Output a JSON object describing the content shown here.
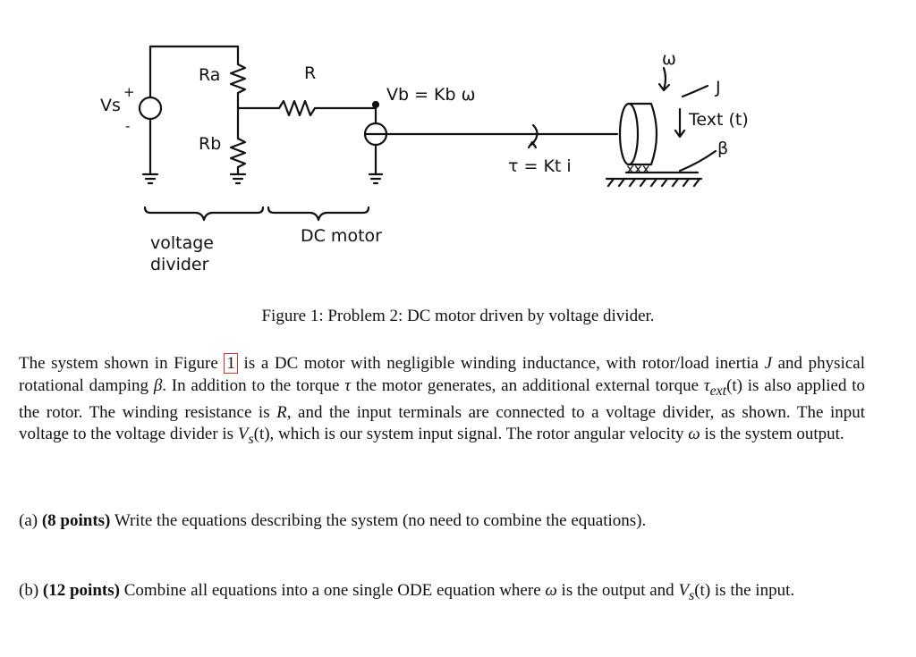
{
  "figure": {
    "labels": {
      "vs": "Vs",
      "plus": "+",
      "minus": "-",
      "ra": "Ra",
      "rb": "Rb",
      "r": "R",
      "vb": "Vb = Kb ω",
      "omega": "ω",
      "j": "J",
      "text": "Text (t)",
      "beta": "β",
      "tau": "τ = Kt i",
      "xxx": "xxx",
      "voltage_divider_1": "voltage",
      "voltage_divider_2": "divider",
      "dc_motor": "DC motor"
    }
  },
  "caption": "Figure 1: Problem 2: DC motor driven by voltage divider.",
  "intro": {
    "p1": "The system shown in Figure",
    "ref": "1",
    "p2": "is a DC motor with negligible winding inductance, with rotor/load inertia",
    "J": "J",
    "p3": "and physical rotational damping",
    "beta": "β",
    "p4": ". In addition to the torque",
    "tau": "τ",
    "p5": "the motor generates, an additional external torque",
    "tau_ext": "τ",
    "ext_sub": "ext",
    "p6": "(t) is also applied to the rotor. The winding resistance is",
    "R": "R",
    "p7": ", and the input terminals are connected to a voltage divider, as shown. The input voltage to the voltage divider is",
    "V": "V",
    "s_sub": "s",
    "p8": "(t), which is our system input signal. The rotor angular velocity",
    "omega": "ω",
    "p9": "is the system output."
  },
  "part_a": {
    "label": "(a)",
    "points": "(8 points)",
    "text": "Write the equations describing the system (no need to combine the equations)."
  },
  "part_b": {
    "label": "(b)",
    "points": "(12 points)",
    "text1": "Combine all equations into a one single ODE equation where",
    "omega": "ω",
    "text2": "is the output and",
    "V": "V",
    "s_sub": "s",
    "text3": "(t) is the input."
  }
}
